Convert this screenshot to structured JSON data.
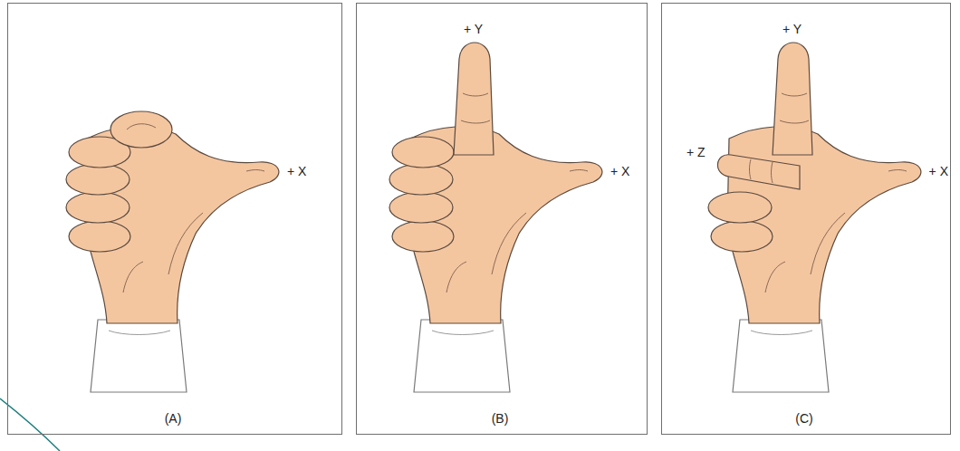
{
  "diagram": {
    "nodes": [
      {
        "text": [
          "+ X",
          "(A)"
        ]
      },
      {
        "text": [
          "+ Y",
          "+ X",
          "(B)"
        ]
      },
      {
        "text": [
          "+ Y",
          "+ Z",
          "+ X",
          "(C)"
        ]
      }
    ]
  }
}
